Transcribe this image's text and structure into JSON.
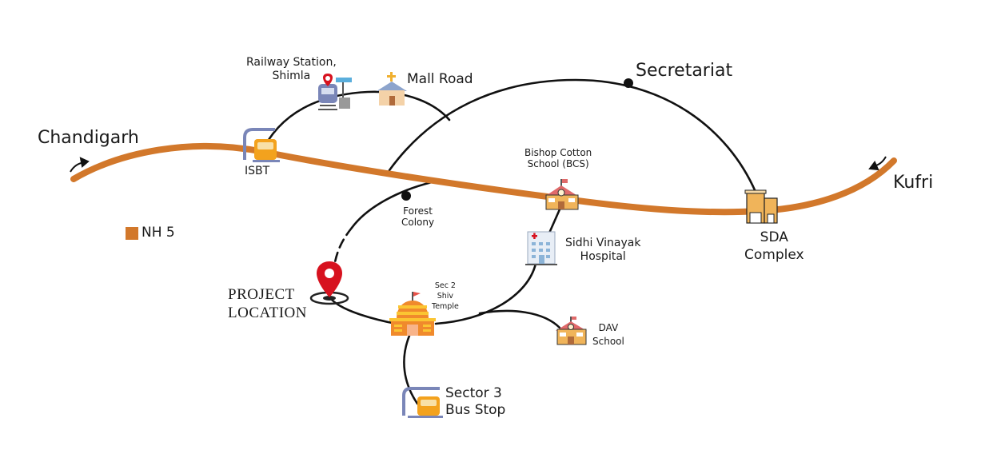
{
  "map": {
    "highway": {
      "name": "NH 5",
      "color": "#D2782B"
    },
    "road_color": "#111111",
    "places": {
      "chandigarh": "Chandigarh",
      "kufri": "Kufri",
      "isbt": "ISBT",
      "railway_station": [
        "Railway Station,",
        "Shimla"
      ],
      "mall_road": "Mall Road",
      "secretariat": "Secretariat",
      "bishop_cotton": [
        "Bishop Cotton",
        "School (BCS)"
      ],
      "sda_complex": [
        "SDA",
        "Complex"
      ],
      "forest_colony": [
        "Forest",
        "Colony"
      ],
      "hospital": [
        "Sidhi Vinayak",
        "Hospital"
      ],
      "project_location": [
        "PROJECT",
        "LOCATION"
      ],
      "shiv_temple": [
        "Sec 2",
        "Shiv",
        "Temple"
      ],
      "dav_school": [
        "DAV",
        "School"
      ],
      "bus_stop": [
        "Sector 3",
        "Bus Stop"
      ]
    },
    "legend": [
      {
        "label": "NH 5",
        "color": "#D2782B"
      }
    ],
    "icons": {
      "pin_color": "#D7121F",
      "building_color": "#F0B45A",
      "roof_color": "#E06A6A",
      "temple_color": "#F08A2C",
      "stand_color": "#7A86B8"
    }
  }
}
